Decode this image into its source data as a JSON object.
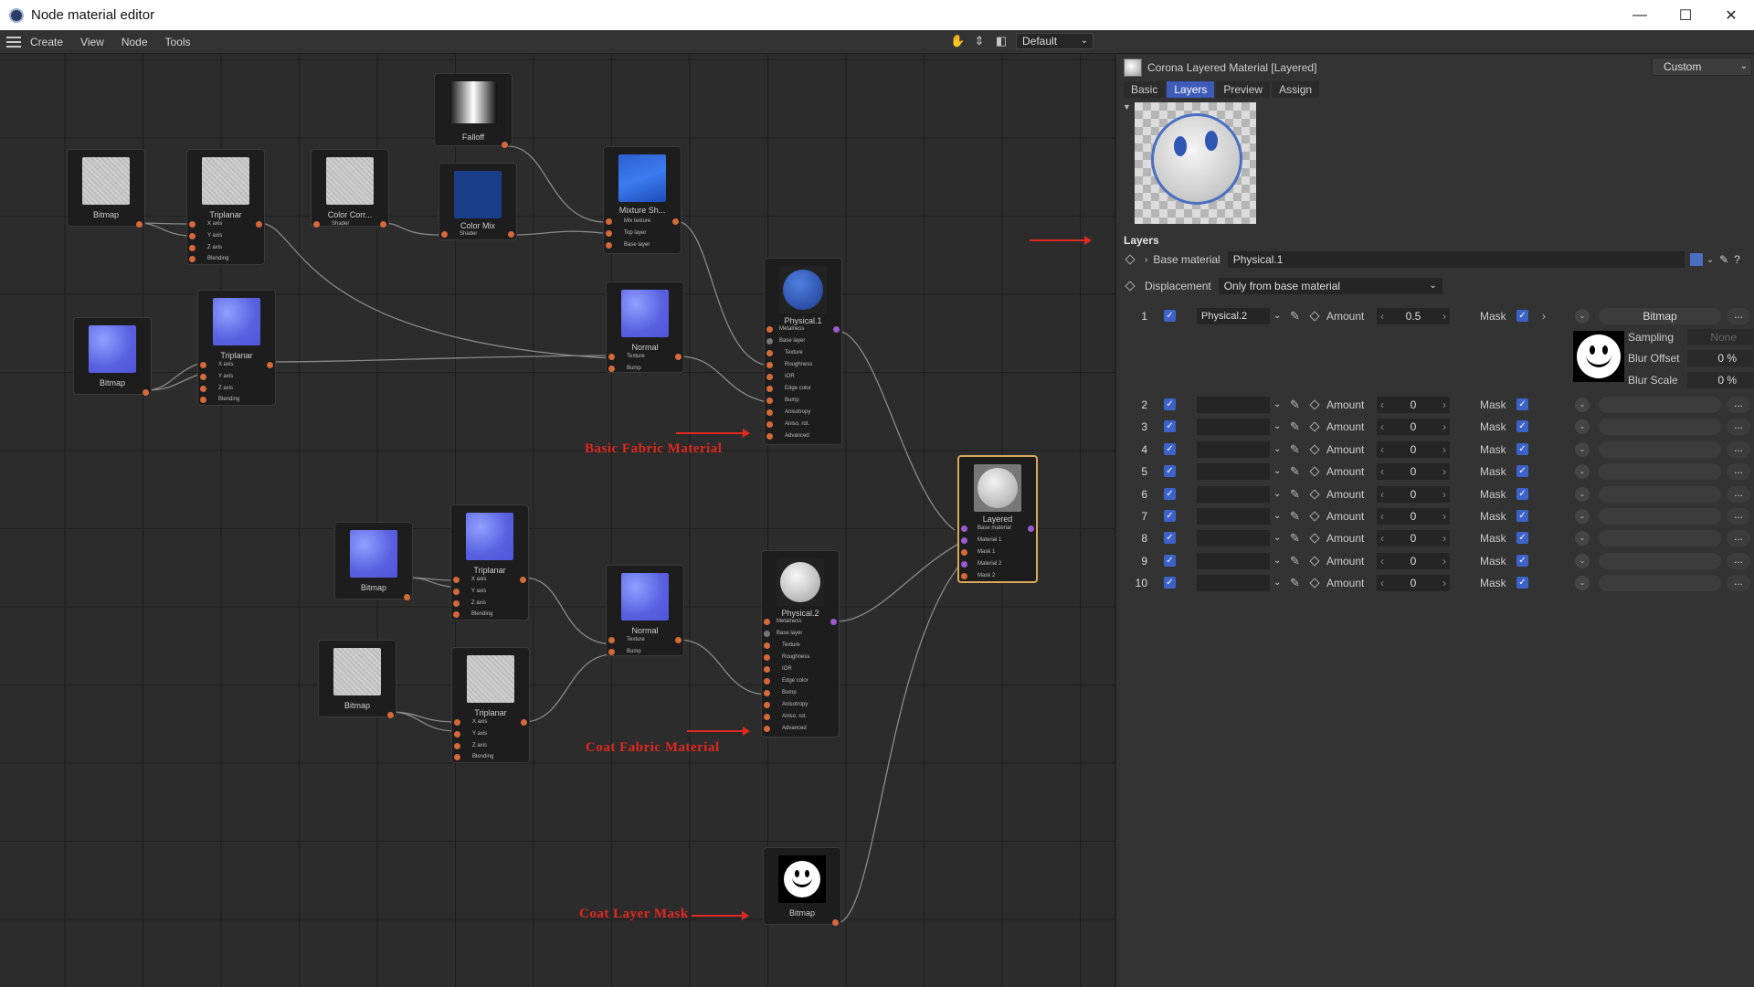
{
  "window": {
    "title": "Node material editor",
    "controls": [
      "—",
      "☐",
      "✕"
    ]
  },
  "menu": {
    "items": [
      "Create",
      "View",
      "Node",
      "Tools"
    ],
    "layout_value": "Default"
  },
  "nodes": {
    "falloff": "Falloff",
    "bitmap1": "Bitmap",
    "triplanar1": "Triplanar",
    "colorcorr": "Color Corr...",
    "colormix": "Color Mix",
    "mixture": "Mixture Sh...",
    "bitmap2": "Bitmap",
    "triplanar2": "Triplanar",
    "normal1": "Normal",
    "physical1": "Physical.1",
    "layered": "Layered",
    "bitmap3": "Bitmap",
    "triplanar3": "Triplanar",
    "normal2": "Normal",
    "physical2": "Physical.2",
    "bitmap4": "Bitmap",
    "triplanar4": "Triplanar",
    "bitmap5": "Bitmap"
  },
  "ports": {
    "triplanar": [
      "X axis",
      "Y axis",
      "Z axis",
      "Blending"
    ],
    "shader": "Shader",
    "mixture": [
      "Mix texture",
      "Top layer",
      "Base layer"
    ],
    "normal": [
      "Texture",
      "Bump"
    ],
    "physical": [
      "Metalness",
      "Base layer",
      "Texture",
      "Roughness",
      "IOR",
      "Edge color",
      "Bump",
      "Anisotropy",
      "Aniso. rot.",
      "Advanced"
    ],
    "layered": [
      "Base material",
      "Material 1",
      "Mask 1",
      "Material 2",
      "Mask 2"
    ]
  },
  "annotations": {
    "basic": "Basic Fabric Material",
    "coat": "Coat Fabric Material",
    "mask": "Coat Layer Mask"
  },
  "panel": {
    "title": "Corona Layered Material [Layered]",
    "preset": "Custom",
    "tabs": [
      "Basic",
      "Layers",
      "Preview",
      "Assign"
    ],
    "section": "Layers",
    "base_label": "Base material",
    "base_value": "Physical.1",
    "disp_label": "Displacement",
    "disp_value": "Only from base material",
    "amount_label": "Amount",
    "mask_label": "Mask",
    "layers": [
      {
        "num": "1",
        "material": "Physical.2",
        "amount": "0.5",
        "mask": "Bitmap"
      },
      {
        "num": "2",
        "material": "",
        "amount": "0",
        "mask": ""
      },
      {
        "num": "3",
        "material": "",
        "amount": "0",
        "mask": ""
      },
      {
        "num": "4",
        "material": "",
        "amount": "0",
        "mask": ""
      },
      {
        "num": "5",
        "material": "",
        "amount": "0",
        "mask": ""
      },
      {
        "num": "6",
        "material": "",
        "amount": "0",
        "mask": ""
      },
      {
        "num": "7",
        "material": "",
        "amount": "0",
        "mask": ""
      },
      {
        "num": "8",
        "material": "",
        "amount": "0",
        "mask": ""
      },
      {
        "num": "9",
        "material": "",
        "amount": "0",
        "mask": ""
      },
      {
        "num": "10",
        "material": "",
        "amount": "0",
        "mask": ""
      }
    ],
    "sampling_label": "Sampling",
    "sampling_value": "None",
    "blur_offset_label": "Blur Offset",
    "blur_offset_value": "0 %",
    "blur_scale_label": "Blur Scale",
    "blur_scale_value": "0 %",
    "more": "..."
  }
}
